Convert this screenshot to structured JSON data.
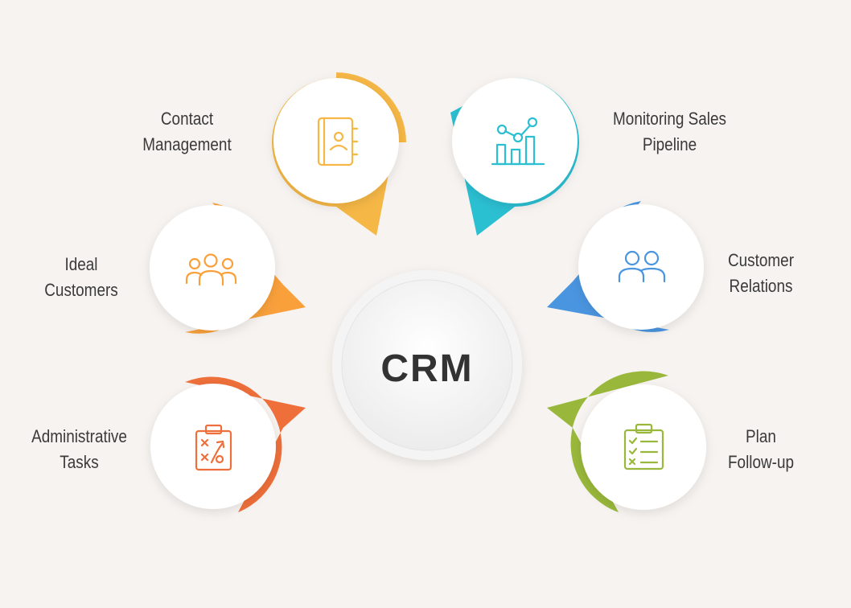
{
  "center": {
    "label": "CRM"
  },
  "nodes": [
    {
      "id": "contact",
      "lines": [
        "Contact",
        "Management"
      ],
      "color": "#f5b746",
      "icon": "contact-book-icon"
    },
    {
      "id": "pipeline",
      "lines": [
        "Monitoring Sales",
        "Pipeline"
      ],
      "color": "#2bbfd2",
      "icon": "bar-chart-icon"
    },
    {
      "id": "ideal",
      "lines": [
        "Ideal",
        "Customers"
      ],
      "color": "#f9a03b",
      "icon": "group-icon"
    },
    {
      "id": "relations",
      "lines": [
        "Customer",
        "Relations"
      ],
      "color": "#4a95e0",
      "icon": "users-icon"
    },
    {
      "id": "admin",
      "lines": [
        "Administrative",
        "Tasks"
      ],
      "color": "#ee6f3a",
      "icon": "clipboard-strategy-icon"
    },
    {
      "id": "followup",
      "lines": [
        "Plan",
        "Follow-up"
      ],
      "color": "#99b83b",
      "icon": "checklist-icon"
    }
  ]
}
